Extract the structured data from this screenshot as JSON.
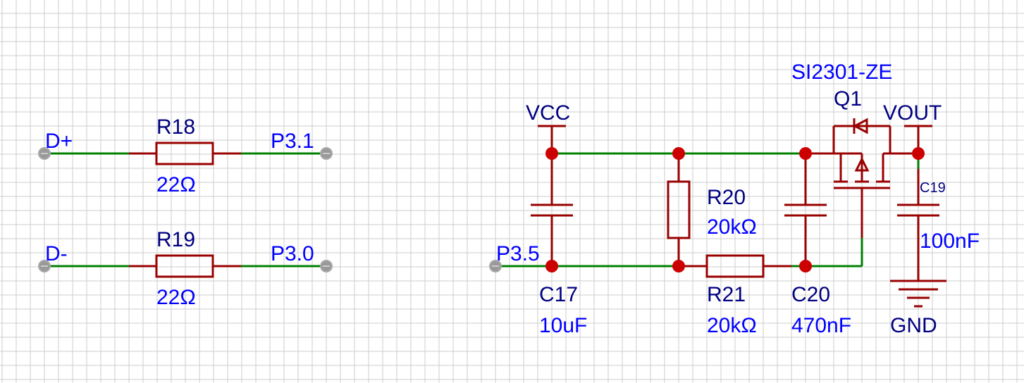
{
  "colors": {
    "wire": "#008000",
    "component": "#990000",
    "junction": "#cc0000",
    "designator": "#000080",
    "value": "#0000ff",
    "grid": "#cccccc",
    "pin_end": "#999999"
  },
  "net_ports": {
    "d_plus": "D+",
    "d_minus": "D-",
    "p31": "P3.1",
    "p30": "P3.0",
    "p35": "P3.5"
  },
  "power": {
    "vcc": "VCC",
    "vout": "VOUT",
    "gnd": "GND"
  },
  "components": {
    "R18": {
      "designator": "R18",
      "value": "22Ω"
    },
    "R19": {
      "designator": "R19",
      "value": "22Ω"
    },
    "R20": {
      "designator": "R20",
      "value": "20kΩ"
    },
    "R21": {
      "designator": "R21",
      "value": "20kΩ"
    },
    "C17": {
      "designator": "C17",
      "value": "10uF"
    },
    "C19": {
      "designator": "C19",
      "value": "100nF"
    },
    "C20": {
      "designator": "C20",
      "value": "470nF"
    },
    "Q1": {
      "designator": "Q1",
      "value": "SI2301-ZE"
    }
  }
}
